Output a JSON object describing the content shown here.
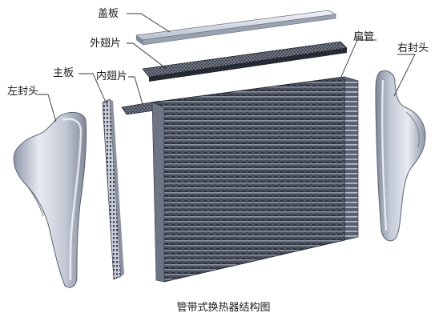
{
  "labels": {
    "cover_plate": "盖板",
    "outer_fin": "外翅片",
    "flat_tube": "扁管",
    "main_plate": "主板",
    "inner_fin": "内翅片",
    "right_head": "右封头",
    "left_head": "左封头"
  },
  "caption": "管带式换热器结构图",
  "colors": {
    "metal_light": "#dfe3ec",
    "metal_mid": "#a9b0c0",
    "metal_dark": "#5f6676",
    "fin_dark": "#2b2f38"
  }
}
